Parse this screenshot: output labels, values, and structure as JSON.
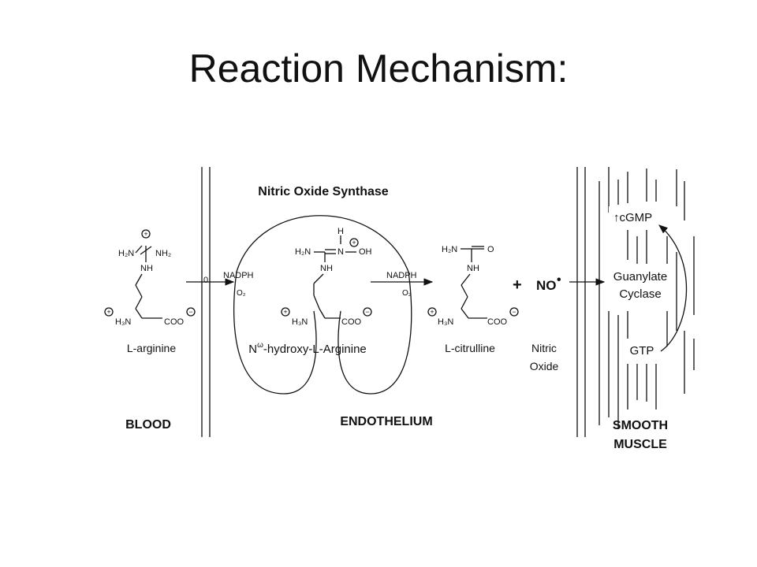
{
  "slide": {
    "title": "Reaction Mechanism:"
  },
  "diagram": {
    "enzyme": "Nitric Oxide Synthase",
    "compartments": {
      "left": "BLOOD",
      "middle": "ENDOTHELIUM",
      "right_line1": "SMOOTH",
      "right_line2": "MUSCLE"
    },
    "molecules": {
      "arginine": {
        "name": "L-arginine",
        "nh2_left": "H₂N",
        "nh2_right": "NH₂",
        "nh": "NH",
        "h3n": "H₃N",
        "coo": "COO"
      },
      "hydroxy": {
        "name_prefix": "N",
        "name_super": "ω",
        "name_suffix": "-hydroxy-L-Arginine",
        "h2n": "H₂N",
        "h": "H",
        "n": "N",
        "oh": "OH",
        "nh": "NH",
        "h3n": "H₃N",
        "coo": "COO"
      },
      "citrulline": {
        "name": "L-citrulline",
        "h2n": "H₂N",
        "o": "O",
        "nh": "NH",
        "h3n": "H₃N",
        "coo": "COO"
      }
    },
    "cofactors": {
      "nadph": "NADPH",
      "o2": "O₂"
    },
    "no": {
      "formula": "NO",
      "radical": "•",
      "label_line1": "Nitric",
      "label_line2": "Oxide",
      "plus": "+"
    },
    "smooth_muscle": {
      "cgmp": "↑cGMP",
      "enzyme_line1": "Guanylate",
      "enzyme_line2": "Cyclase",
      "gtp": "GTP"
    },
    "misc": {
      "zero": "0",
      "charge_plus": "+",
      "charge_minus": "−"
    }
  }
}
